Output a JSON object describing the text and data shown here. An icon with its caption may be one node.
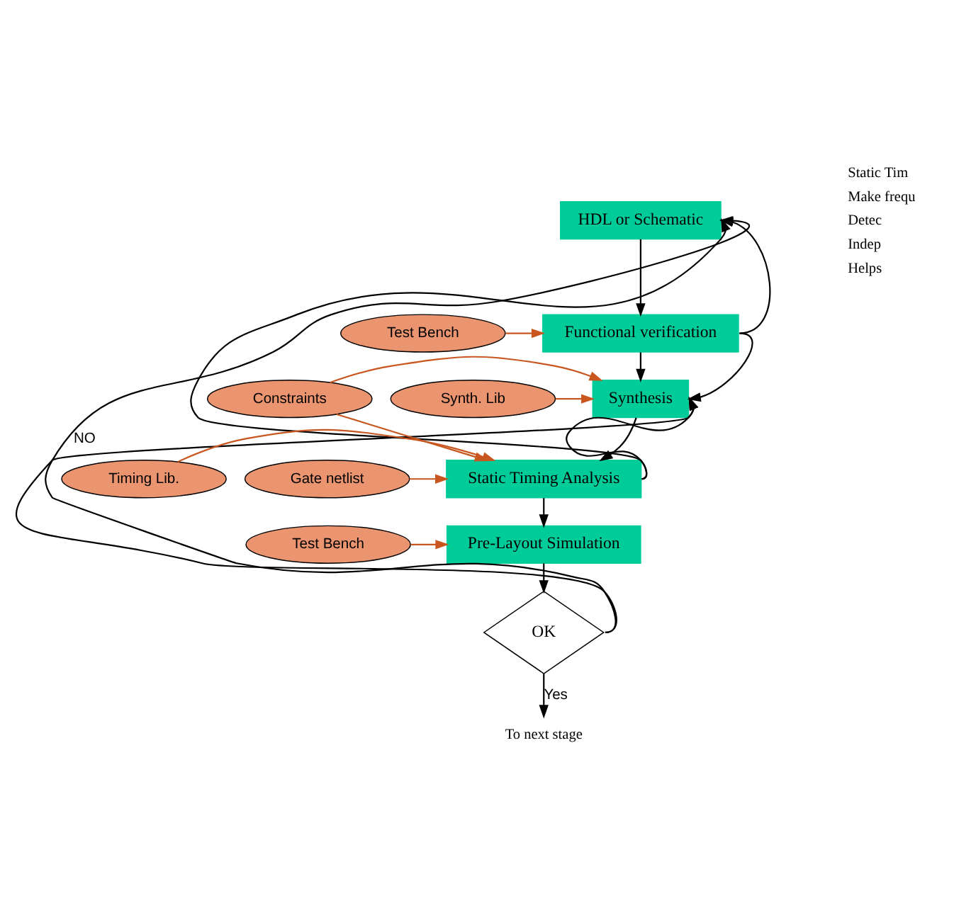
{
  "diagram": {
    "nodes": [
      {
        "text": [
          "HDL or Schematic"
        ]
      },
      {
        "text": [
          "Functional verification"
        ]
      },
      {
        "text": [
          "Synthesis"
        ]
      },
      {
        "text": [
          "Static Timing Analysis"
        ]
      },
      {
        "text": [
          "Pre-Layout Simulation"
        ]
      },
      {
        "text": [
          "OK"
        ]
      },
      {
        "text": [
          "Test Bench"
        ]
      },
      {
        "text": [
          "Synth. Lib"
        ]
      },
      {
        "text": [
          "Constraints"
        ]
      },
      {
        "text": [
          "Gate netlist"
        ]
      },
      {
        "text": [
          "Timing Lib."
        ]
      },
      {
        "text": [
          "Test Bench"
        ]
      },
      {
        "text": [
          "To next stage"
        ]
      }
    ],
    "edges": [
      {
        "from": 0,
        "to": 1,
        "arrow": "to"
      },
      {
        "from": 1,
        "to": 2,
        "arrow": "to"
      },
      {
        "from": 2,
        "to": 3,
        "arrow": "to"
      },
      {
        "from": 3,
        "to": 4,
        "arrow": "to"
      },
      {
        "from": 4,
        "to": 5,
        "arrow": "to"
      },
      {
        "from": 1,
        "to": 0,
        "arrow": "to"
      },
      {
        "from": 1,
        "to": 2,
        "arrow": "to"
      },
      {
        "from": 3,
        "to": 0,
        "arrow": "to"
      },
      {
        "from": 3,
        "to": 2,
        "arrow": "to"
      },
      {
        "from": 5,
        "to": 0,
        "arrow": "to",
        "label": "NO"
      },
      {
        "from": 5,
        "to": 2,
        "arrow": "to"
      },
      {
        "from": 5,
        "to": 12,
        "arrow": "to",
        "label": "Yes"
      },
      {
        "from": 6,
        "to": 1,
        "arrow": "to",
        "color": "#c8561e"
      },
      {
        "from": 7,
        "to": 2,
        "arrow": "to",
        "color": "#c8561e"
      },
      {
        "from": 8,
        "to": 2,
        "arrow": "to",
        "color": "#c8561e"
      },
      {
        "from": 8,
        "to": 3,
        "arrow": "to",
        "color": "#c8561e"
      },
      {
        "from": 9,
        "to": 3,
        "arrow": "to",
        "color": "#c8561e"
      },
      {
        "from": 10,
        "to": 3,
        "arrow": "to",
        "color": "#c8561e"
      },
      {
        "from": 11,
        "to": 4,
        "arrow": "to",
        "color": "#c8561e"
      }
    ],
    "labels": [
      "Static Tim",
      "Make frequ",
      "Detec",
      "Indep",
      "Helps"
    ]
  }
}
